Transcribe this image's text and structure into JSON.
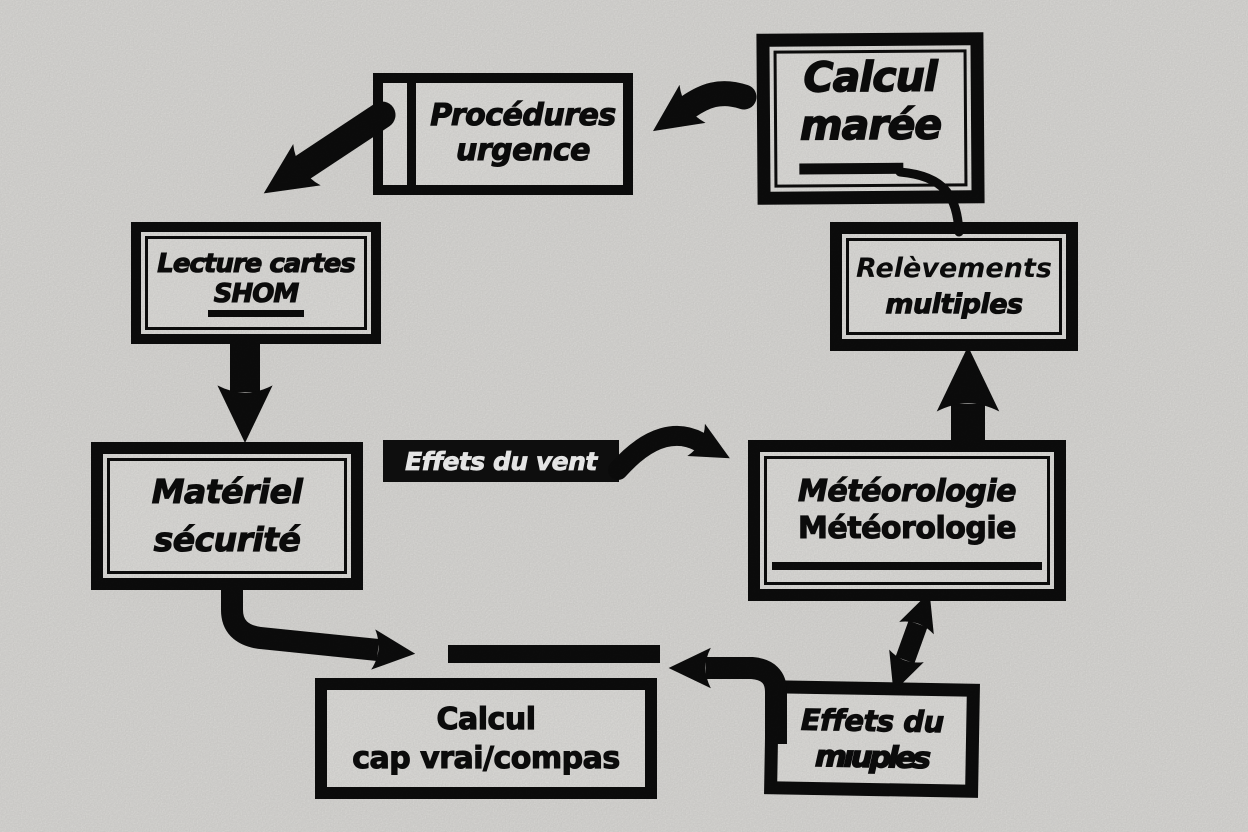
{
  "colors": {
    "background": "#e0dfdc",
    "ink": "#0d0d0d",
    "box_fill": "#e4e3e0",
    "label_bg": "#101010",
    "label_text": "#fafafa"
  },
  "nodes": {
    "calcul_maree": {
      "line1": "Calcul",
      "line2": "marée"
    },
    "procedures_urgence": {
      "line1": "Procédures",
      "line2": "urgence"
    },
    "lecture_cartes_shom": {
      "line1": "Lecture cartes",
      "line2": "SHOM"
    },
    "materiel_securite": {
      "line1": "Matériel",
      "line2": "sécurité"
    },
    "effets_du_vent": {
      "text": "Effets du vent"
    },
    "meteorologie": {
      "line1": "Météorologie",
      "line2": "Météorologie"
    },
    "relevements_multiples": {
      "line1": "Relèvements",
      "line2": "multiples"
    },
    "effets_du_garbled": {
      "line1": "Effets du",
      "line2": "mıuples"
    },
    "calcul_cap": {
      "line1": "Calcul",
      "line2": "cap vrai/compas"
    }
  }
}
